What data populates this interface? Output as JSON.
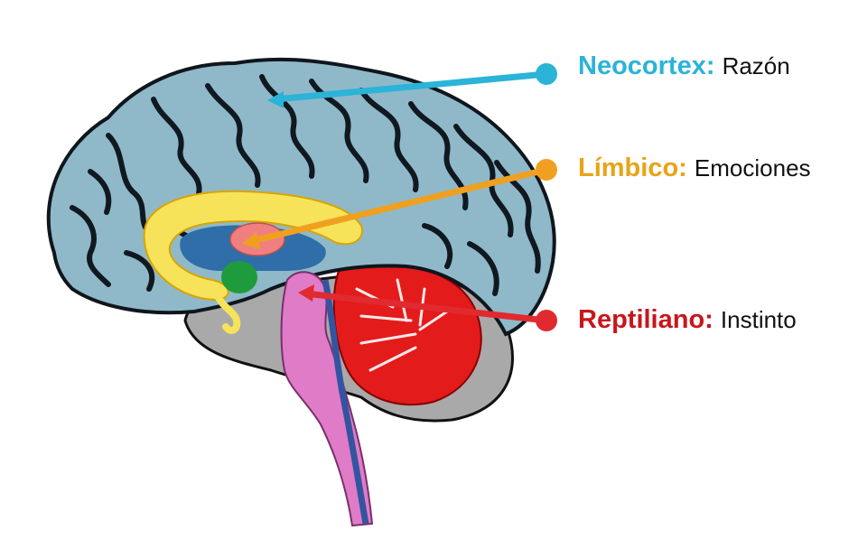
{
  "labels": [
    {
      "id": "neo",
      "term": "Neocortex:",
      "desc": "Razón",
      "color": "#2bb3d8"
    },
    {
      "id": "lim",
      "term": "Límbico:",
      "desc": "Emociones",
      "color": "#e8a317"
    },
    {
      "id": "rep",
      "term": "Reptiliano:",
      "desc": "Instinto",
      "color": "#c8161d"
    }
  ],
  "colors": {
    "cortex": "#8fb9c9",
    "cortex_dark": "#7a9fb0",
    "sulci": "#101820",
    "limbic_yellow": "#f6e35a",
    "limbic_blue": "#2f6ea8",
    "thalamus": "#f08080",
    "amygdala": "#1e9b3c",
    "brainstem": "#e07bc8",
    "cerebellum": "#e31b1b",
    "gray_matter": "#a9a9a9",
    "ventricle": "#3355a0"
  }
}
